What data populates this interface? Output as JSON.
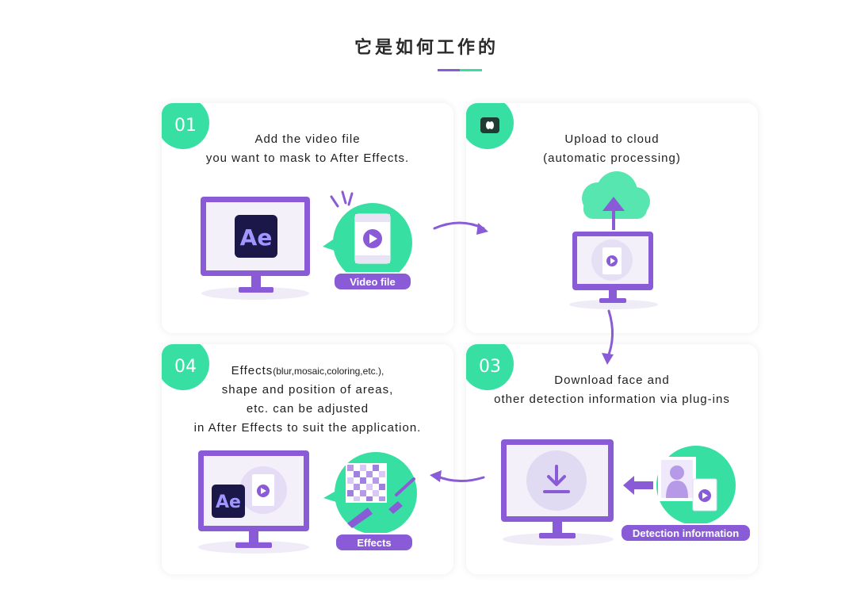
{
  "page_title": "它是如何工作的",
  "colors": {
    "accent_green": "#38dfa3",
    "accent_purple": "#8a5bd6",
    "ae_blue": "#1c1749",
    "ae_text": "#9f97ff"
  },
  "steps": [
    {
      "number": "01",
      "lines": [
        "Add the video file",
        "you want to mask to After Effects."
      ],
      "app_label": "Ae",
      "pill_label": "Video file"
    },
    {
      "number": "",
      "lines": [
        "Upload to cloud",
        "(automatic processing)"
      ]
    },
    {
      "number": "03",
      "lines": [
        "Download face and",
        "other detection information via plug-ins"
      ],
      "pill_label": "Detection information"
    },
    {
      "number": "04",
      "lines": [
        "shape and position of areas,",
        "etc. can be adjusted",
        "in After Effects to suit the application."
      ],
      "first_line_main": "Effects",
      "first_line_small": "(blur,mosaic,coloring,etc.),",
      "app_label": "Ae",
      "pill_label": "Effects"
    }
  ]
}
